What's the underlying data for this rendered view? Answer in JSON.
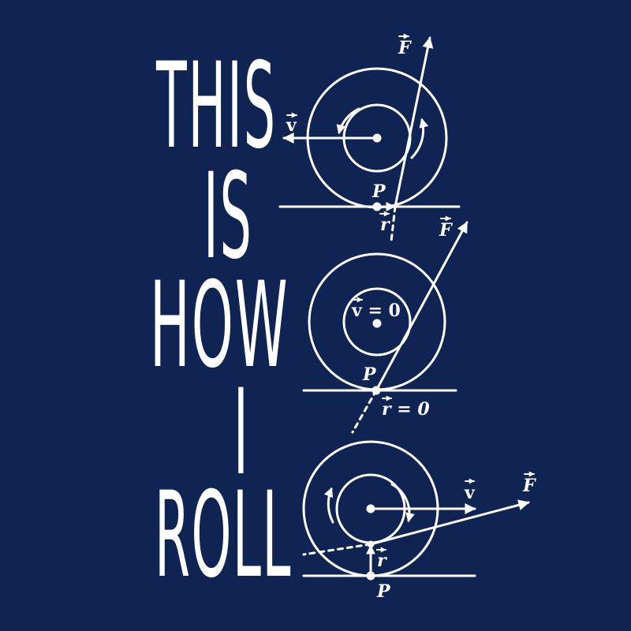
{
  "colors": {
    "background": "#0f2452",
    "ink": "#ffffff"
  },
  "slogan": {
    "line1": "THIS",
    "line2": "IS",
    "line3": "HOW",
    "line4": "I",
    "line5": "ROLL"
  },
  "diagram1": {
    "force": "F",
    "velocity": "v",
    "contact": "P",
    "radius": "r"
  },
  "diagram2": {
    "force": "F",
    "velocity_eq": "v = 0",
    "contact": "P",
    "radius_eq": "r = 0"
  },
  "diagram3": {
    "force": "F",
    "velocity": "v",
    "contact": "P",
    "radius": "r"
  }
}
